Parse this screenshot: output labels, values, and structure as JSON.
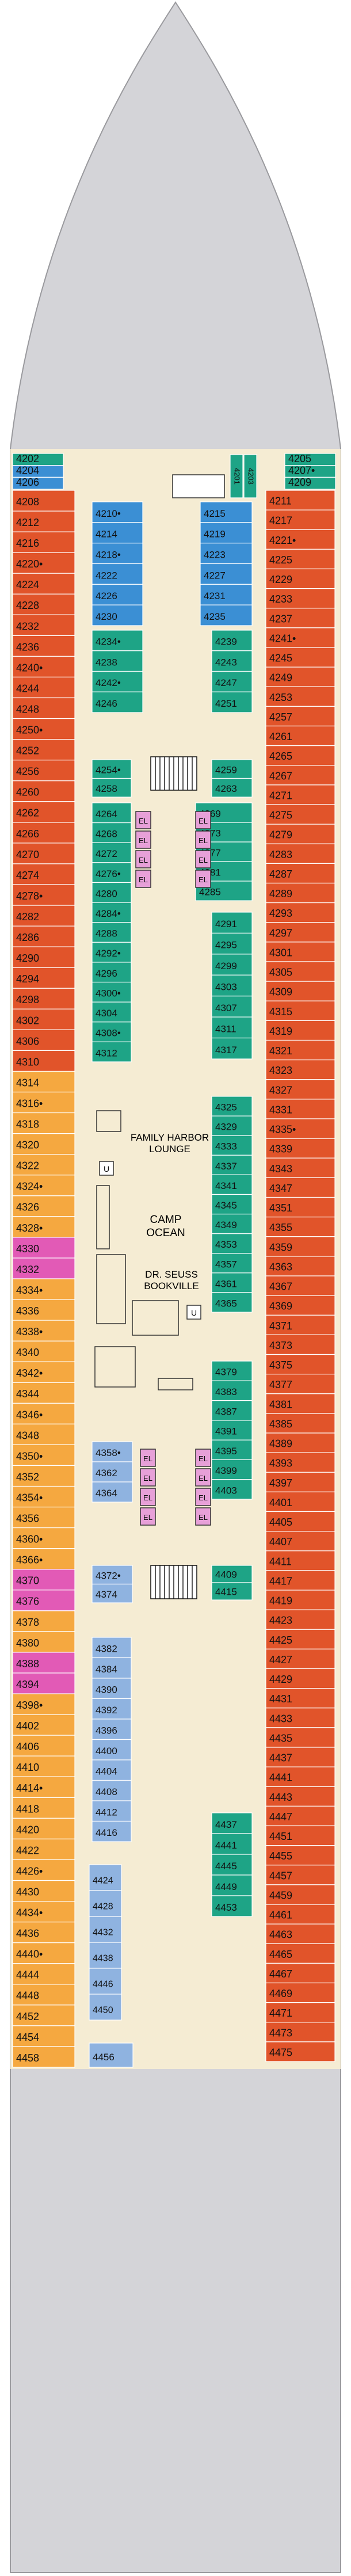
{
  "colors": {
    "hull": "#d4d4d8",
    "hull_stroke": "#9a9a9e",
    "deck": "#f5ecd3",
    "red": "#e1542a",
    "orange": "#f5a840",
    "blue": "#3b8fd4",
    "green": "#1ea486",
    "magenta": "#e25ab6",
    "lightblue": "#8fb3e0",
    "pink": "#e7a0d8",
    "text": "#111111"
  },
  "labels": {
    "family_harbor": "FAMILY HARBOR",
    "lounge": "LOUNGE",
    "camp": "CAMP",
    "ocean": "OCEAN",
    "seuss1": "DR. SEUSS",
    "seuss2": "BOOKVILLE",
    "el": "EL",
    "u": "U"
  },
  "cabins": {
    "fore_left": [
      {
        "n": "4202",
        "c": "green"
      },
      {
        "n": "4204",
        "c": "blue"
      },
      {
        "n": "4206",
        "c": "blue"
      }
    ],
    "fore_right": [
      {
        "n": "4205",
        "c": "green"
      },
      {
        "n": "4207•",
        "c": "green"
      },
      {
        "n": "4209",
        "c": "green"
      }
    ],
    "fore_mid": [
      "4201",
      "4203"
    ],
    "outer_left": [
      {
        "n": "4208",
        "c": "red"
      },
      {
        "n": "4212",
        "c": "red"
      },
      {
        "n": "4216",
        "c": "red"
      },
      {
        "n": "4220•",
        "c": "red"
      },
      {
        "n": "4224",
        "c": "red"
      },
      {
        "n": "4228",
        "c": "red"
      },
      {
        "n": "4232",
        "c": "red"
      },
      {
        "n": "4236",
        "c": "red"
      },
      {
        "n": "4240•",
        "c": "red"
      },
      {
        "n": "4244",
        "c": "red"
      },
      {
        "n": "4248",
        "c": "red"
      },
      {
        "n": "4250•",
        "c": "red"
      },
      {
        "n": "4252",
        "c": "red"
      },
      {
        "n": "4256",
        "c": "red"
      },
      {
        "n": "4260",
        "c": "red"
      },
      {
        "n": "4262",
        "c": "red"
      },
      {
        "n": "4266",
        "c": "red"
      },
      {
        "n": "4270",
        "c": "red"
      },
      {
        "n": "4274",
        "c": "red"
      },
      {
        "n": "4278•",
        "c": "red"
      },
      {
        "n": "4282",
        "c": "red"
      },
      {
        "n": "4286",
        "c": "red"
      },
      {
        "n": "4290",
        "c": "red"
      },
      {
        "n": "4294",
        "c": "red"
      },
      {
        "n": "4298",
        "c": "red"
      },
      {
        "n": "4302",
        "c": "red"
      },
      {
        "n": "4306",
        "c": "red"
      },
      {
        "n": "4310",
        "c": "red"
      },
      {
        "n": "4314",
        "c": "orange"
      },
      {
        "n": "4316•",
        "c": "orange"
      },
      {
        "n": "4318",
        "c": "orange"
      },
      {
        "n": "4320",
        "c": "orange"
      },
      {
        "n": "4322",
        "c": "orange"
      },
      {
        "n": "4324•",
        "c": "orange"
      },
      {
        "n": "4326",
        "c": "orange"
      },
      {
        "n": "4328•",
        "c": "orange"
      },
      {
        "n": "4330",
        "c": "magenta"
      },
      {
        "n": "4332",
        "c": "magenta"
      },
      {
        "n": "4334•",
        "c": "orange"
      },
      {
        "n": "4336",
        "c": "orange"
      },
      {
        "n": "4338•",
        "c": "orange"
      },
      {
        "n": "4340",
        "c": "orange"
      },
      {
        "n": "4342•",
        "c": "orange"
      },
      {
        "n": "4344",
        "c": "orange"
      },
      {
        "n": "4346•",
        "c": "orange"
      },
      {
        "n": "4348",
        "c": "orange"
      },
      {
        "n": "4350•",
        "c": "orange"
      },
      {
        "n": "4352",
        "c": "orange"
      },
      {
        "n": "4354•",
        "c": "orange"
      },
      {
        "n": "4356",
        "c": "orange"
      },
      {
        "n": "4360•",
        "c": "orange"
      },
      {
        "n": "4366•",
        "c": "orange"
      },
      {
        "n": "4370",
        "c": "magenta"
      },
      {
        "n": "4376",
        "c": "magenta"
      },
      {
        "n": "4378",
        "c": "orange"
      },
      {
        "n": "4380",
        "c": "orange"
      },
      {
        "n": "4388",
        "c": "magenta"
      },
      {
        "n": "4394",
        "c": "magenta"
      },
      {
        "n": "4398•",
        "c": "orange"
      },
      {
        "n": "4402",
        "c": "orange"
      },
      {
        "n": "4406",
        "c": "orange"
      },
      {
        "n": "4410",
        "c": "orange"
      },
      {
        "n": "4414•",
        "c": "orange"
      },
      {
        "n": "4418",
        "c": "orange"
      },
      {
        "n": "4420",
        "c": "orange"
      },
      {
        "n": "4422",
        "c": "orange"
      },
      {
        "n": "4426•",
        "c": "orange"
      },
      {
        "n": "4430",
        "c": "orange"
      },
      {
        "n": "4434•",
        "c": "orange"
      },
      {
        "n": "4436",
        "c": "orange"
      },
      {
        "n": "4440•",
        "c": "orange"
      },
      {
        "n": "4444",
        "c": "orange"
      },
      {
        "n": "4448",
        "c": "orange"
      },
      {
        "n": "4452",
        "c": "orange"
      },
      {
        "n": "4454",
        "c": "orange"
      },
      {
        "n": "4458",
        "c": "orange"
      }
    ],
    "outer_right": [
      {
        "n": "4211",
        "c": "red"
      },
      {
        "n": "4217",
        "c": "red"
      },
      {
        "n": "4221•",
        "c": "red"
      },
      {
        "n": "4225",
        "c": "red"
      },
      {
        "n": "4229",
        "c": "red"
      },
      {
        "n": "4233",
        "c": "red"
      },
      {
        "n": "4237",
        "c": "red"
      },
      {
        "n": "4241•",
        "c": "red"
      },
      {
        "n": "4245",
        "c": "red"
      },
      {
        "n": "4249",
        "c": "red"
      },
      {
        "n": "4253",
        "c": "red"
      },
      {
        "n": "4257",
        "c": "red"
      },
      {
        "n": "4261",
        "c": "red"
      },
      {
        "n": "4265",
        "c": "red"
      },
      {
        "n": "4267",
        "c": "red"
      },
      {
        "n": "4271",
        "c": "red"
      },
      {
        "n": "4275",
        "c": "red"
      },
      {
        "n": "4279",
        "c": "red"
      },
      {
        "n": "4283",
        "c": "red"
      },
      {
        "n": "4287",
        "c": "red"
      },
      {
        "n": "4289",
        "c": "red"
      },
      {
        "n": "4293",
        "c": "red"
      },
      {
        "n": "4297",
        "c": "red"
      },
      {
        "n": "4301",
        "c": "red"
      },
      {
        "n": "4305",
        "c": "red"
      },
      {
        "n": "4309",
        "c": "red"
      },
      {
        "n": "4315",
        "c": "red"
      },
      {
        "n": "4319",
        "c": "red"
      },
      {
        "n": "4321",
        "c": "red"
      },
      {
        "n": "4323",
        "c": "red"
      },
      {
        "n": "4327",
        "c": "red"
      },
      {
        "n": "4331",
        "c": "red"
      },
      {
        "n": "4335•",
        "c": "red"
      },
      {
        "n": "4339",
        "c": "red"
      },
      {
        "n": "4343",
        "c": "red"
      },
      {
        "n": "4347",
        "c": "red"
      },
      {
        "n": "4351",
        "c": "red"
      },
      {
        "n": "4355",
        "c": "red"
      },
      {
        "n": "4359",
        "c": "red"
      },
      {
        "n": "4363",
        "c": "red"
      },
      {
        "n": "4367",
        "c": "red"
      },
      {
        "n": "4369",
        "c": "red"
      },
      {
        "n": "4371",
        "c": "red"
      },
      {
        "n": "4373",
        "c": "red"
      },
      {
        "n": "4375",
        "c": "red"
      },
      {
        "n": "4377",
        "c": "red"
      },
      {
        "n": "4381",
        "c": "red"
      },
      {
        "n": "4385",
        "c": "red"
      },
      {
        "n": "4389",
        "c": "red"
      },
      {
        "n": "4393",
        "c": "red"
      },
      {
        "n": "4397",
        "c": "red"
      },
      {
        "n": "4401",
        "c": "red"
      },
      {
        "n": "4405",
        "c": "red"
      },
      {
        "n": "4407",
        "c": "red"
      },
      {
        "n": "4411",
        "c": "red"
      },
      {
        "n": "4417",
        "c": "red"
      },
      {
        "n": "4419",
        "c": "red"
      },
      {
        "n": "4423",
        "c": "red"
      },
      {
        "n": "4425",
        "c": "red"
      },
      {
        "n": "4427",
        "c": "red"
      },
      {
        "n": "4429",
        "c": "red"
      },
      {
        "n": "4431",
        "c": "red"
      },
      {
        "n": "4433",
        "c": "red"
      },
      {
        "n": "4435",
        "c": "red"
      },
      {
        "n": "4437",
        "c": "red"
      },
      {
        "n": "4441",
        "c": "red"
      },
      {
        "n": "4443",
        "c": "red"
      },
      {
        "n": "4447",
        "c": "red"
      },
      {
        "n": "4451",
        "c": "red"
      },
      {
        "n": "4455",
        "c": "red"
      },
      {
        "n": "4457",
        "c": "red"
      },
      {
        "n": "4459",
        "c": "red"
      },
      {
        "n": "4461",
        "c": "red"
      },
      {
        "n": "4463",
        "c": "red"
      },
      {
        "n": "4465",
        "c": "red"
      },
      {
        "n": "4467",
        "c": "red"
      },
      {
        "n": "4469",
        "c": "red"
      },
      {
        "n": "4471",
        "c": "red"
      },
      {
        "n": "4473",
        "c": "red"
      },
      {
        "n": "4475",
        "c": "red"
      }
    ],
    "inner_left_1": [
      {
        "n": "4210•",
        "c": "blue"
      },
      {
        "n": "4214",
        "c": "blue"
      },
      {
        "n": "4218•",
        "c": "blue"
      },
      {
        "n": "4222",
        "c": "blue"
      },
      {
        "n": "4226",
        "c": "blue"
      },
      {
        "n": "4230",
        "c": "blue"
      }
    ],
    "inner_left_2": [
      {
        "n": "4234•",
        "c": "green"
      },
      {
        "n": "4238",
        "c": "green"
      },
      {
        "n": "4242•",
        "c": "green"
      },
      {
        "n": "4246",
        "c": "green"
      }
    ],
    "inner_left_3": [
      {
        "n": "4254•",
        "c": "green"
      },
      {
        "n": "4258",
        "c": "green"
      }
    ],
    "inner_left_4": [
      {
        "n": "4264",
        "c": "green"
      },
      {
        "n": "4268",
        "c": "green"
      },
      {
        "n": "4272",
        "c": "green"
      },
      {
        "n": "4276•",
        "c": "green"
      },
      {
        "n": "4280",
        "c": "green"
      },
      {
        "n": "4284•",
        "c": "green"
      },
      {
        "n": "4288",
        "c": "green"
      },
      {
        "n": "4292•",
        "c": "green"
      },
      {
        "n": "4296",
        "c": "green"
      },
      {
        "n": "4300•",
        "c": "green"
      },
      {
        "n": "4304",
        "c": "green"
      },
      {
        "n": "4308•",
        "c": "green"
      },
      {
        "n": "4312",
        "c": "green"
      }
    ],
    "inner_left_5": [
      {
        "n": "4358•",
        "c": "lightblue"
      },
      {
        "n": "4362",
        "c": "lightblue"
      },
      {
        "n": "4364",
        "c": "lightblue"
      }
    ],
    "inner_left_6": [
      {
        "n": "4372•",
        "c": "lightblue"
      },
      {
        "n": "4374",
        "c": "lightblue"
      }
    ],
    "inner_left_7": [
      {
        "n": "4382",
        "c": "lightblue"
      },
      {
        "n": "4384",
        "c": "lightblue"
      },
      {
        "n": "4390",
        "c": "lightblue"
      },
      {
        "n": "4392",
        "c": "lightblue"
      },
      {
        "n": "4396",
        "c": "lightblue"
      },
      {
        "n": "4400",
        "c": "lightblue"
      },
      {
        "n": "4404",
        "c": "lightblue"
      },
      {
        "n": "4408",
        "c": "lightblue"
      },
      {
        "n": "4412",
        "c": "lightblue"
      },
      {
        "n": "4416",
        "c": "lightblue"
      }
    ],
    "inner_left_8": [
      {
        "n": "4424",
        "c": "lightblue"
      },
      {
        "n": "4428",
        "c": "lightblue"
      },
      {
        "n": "4432",
        "c": "lightblue"
      },
      {
        "n": "4438",
        "c": "lightblue"
      },
      {
        "n": "4446",
        "c": "lightblue"
      },
      {
        "n": "4450",
        "c": "lightblue"
      }
    ],
    "inner_left_9": [
      {
        "n": "4456",
        "c": "lightblue"
      }
    ],
    "inner_right_1": [
      {
        "n": "4215",
        "c": "blue"
      },
      {
        "n": "4219",
        "c": "blue"
      },
      {
        "n": "4223",
        "c": "blue"
      },
      {
        "n": "4227",
        "c": "blue"
      },
      {
        "n": "4231",
        "c": "blue"
      },
      {
        "n": "4235",
        "c": "blue"
      }
    ],
    "inner_right_2": [
      {
        "n": "4239",
        "c": "green"
      },
      {
        "n": "4243",
        "c": "green"
      },
      {
        "n": "4247",
        "c": "green"
      },
      {
        "n": "4251",
        "c": "green"
      }
    ],
    "inner_right_3": [
      {
        "n": "4259",
        "c": "green"
      },
      {
        "n": "4263",
        "c": "green"
      }
    ],
    "inner_right_4": [
      {
        "n": "4269",
        "c": "green"
      },
      {
        "n": "4273",
        "c": "green"
      },
      {
        "n": "4277",
        "c": "green"
      },
      {
        "n": "4281",
        "c": "green"
      },
      {
        "n": "4285",
        "c": "green"
      }
    ],
    "inner_right_5": [
      {
        "n": "4291",
        "c": "green"
      },
      {
        "n": "4295",
        "c": "green"
      },
      {
        "n": "4299",
        "c": "green"
      },
      {
        "n": "4303",
        "c": "green"
      },
      {
        "n": "4307",
        "c": "green"
      },
      {
        "n": "4311",
        "c": "green"
      },
      {
        "n": "4317",
        "c": "green"
      }
    ],
    "inner_right_6": [
      {
        "n": "4325",
        "c": "green"
      },
      {
        "n": "4329",
        "c": "green"
      },
      {
        "n": "4333",
        "c": "green"
      },
      {
        "n": "4337",
        "c": "green"
      },
      {
        "n": "4341",
        "c": "green"
      },
      {
        "n": "4345",
        "c": "green"
      },
      {
        "n": "4349",
        "c": "green"
      },
      {
        "n": "4353",
        "c": "green"
      },
      {
        "n": "4357",
        "c": "green"
      },
      {
        "n": "4361",
        "c": "green"
      },
      {
        "n": "4365",
        "c": "green"
      }
    ],
    "inner_right_7": [
      {
        "n": "4379",
        "c": "green"
      },
      {
        "n": "4383",
        "c": "green"
      },
      {
        "n": "4387",
        "c": "green"
      },
      {
        "n": "4391",
        "c": "green"
      },
      {
        "n": "4395",
        "c": "green"
      },
      {
        "n": "4399",
        "c": "green"
      },
      {
        "n": "4403",
        "c": "green"
      }
    ],
    "inner_right_8": [
      {
        "n": "4409",
        "c": "green"
      },
      {
        "n": "4415",
        "c": "green"
      }
    ],
    "inner_right_9": [
      {
        "n": "4437",
        "c": "green"
      },
      {
        "n": "4441",
        "c": "green"
      },
      {
        "n": "4445",
        "c": "green"
      },
      {
        "n": "4449",
        "c": "green"
      },
      {
        "n": "4453",
        "c": "green"
      }
    ]
  }
}
